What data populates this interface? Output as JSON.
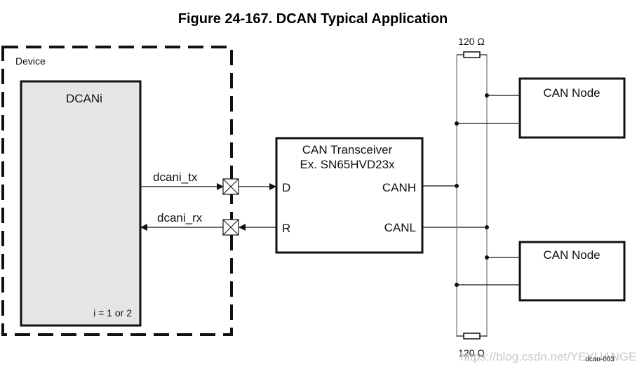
{
  "title": "Figure 24-167. DCAN Typical Application",
  "device": {
    "label": "Device",
    "module_label": "DCANi",
    "index_note": "i = 1 or 2"
  },
  "signals": {
    "tx": "dcani_tx",
    "rx": "dcani_rx"
  },
  "transceiver": {
    "title_line1": "CAN Transceiver",
    "title_line2": "Ex. SN65HVD23x",
    "pin_d": "D",
    "pin_r": "R",
    "pin_canh": "CANH",
    "pin_canl": "CANL"
  },
  "nodes": [
    {
      "label": "CAN Node"
    },
    {
      "label": "CAN Node"
    }
  ],
  "resistors": {
    "top": "120 Ω",
    "bottom": "120 Ω"
  },
  "figure_id": "dcan-003",
  "watermark": "https://blog.csdn.net/YEYUANGEN"
}
